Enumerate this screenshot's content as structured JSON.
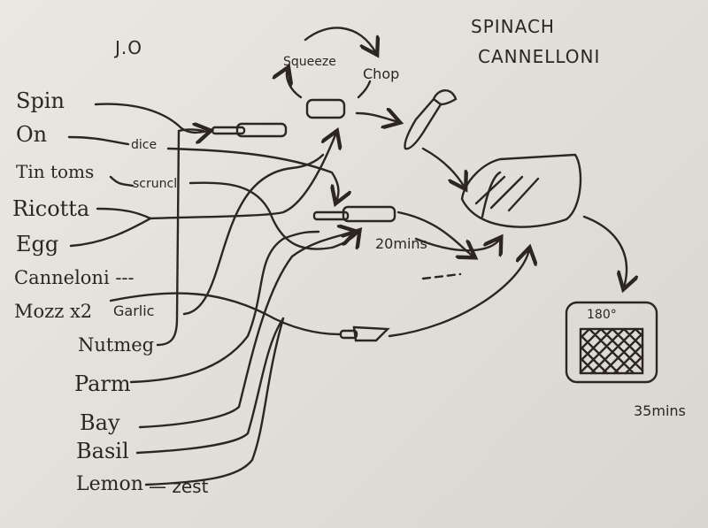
{
  "author": "J.O",
  "title_line1": "SPINACH",
  "title_line2": "CANNELLONI",
  "ingredients": [
    "Spin",
    "On",
    "Tin toms",
    "Ricotta",
    "Egg",
    "Canneloni ---",
    "Mozz x2",
    "Nutmeg",
    "Parm",
    "Bay",
    "Basil",
    "Lemon"
  ],
  "annotations": {
    "dice": "dice",
    "scrunch": "scruncl",
    "garlic": "Garlic",
    "zest": "— zest",
    "squeeze": "Squeeze",
    "chop": "Chop",
    "simmer_time": "20mins",
    "oven_temp": "180°",
    "bake_time": "35mins"
  },
  "colors": {
    "ink": "#2b2622",
    "paper": "#e4e0da"
  }
}
